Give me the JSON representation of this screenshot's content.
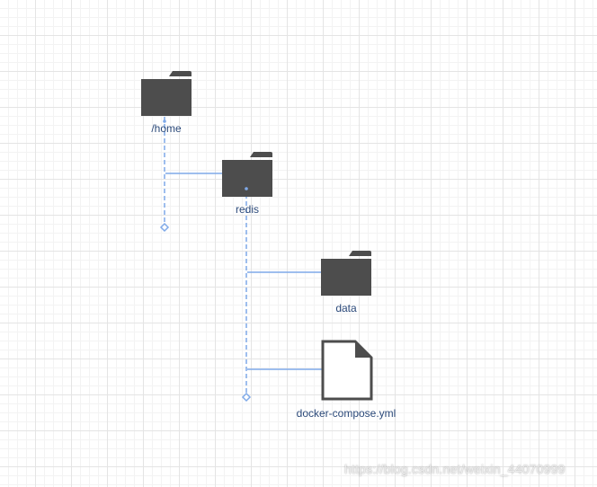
{
  "colors": {
    "icon": "#4d4d4d",
    "connector": "#7fa9e8",
    "label": "#2c4a7a"
  },
  "tree": {
    "home": {
      "label": "/home",
      "icon": "folder-icon"
    },
    "redis": {
      "label": "redis",
      "icon": "folder-icon"
    },
    "data": {
      "label": "data",
      "icon": "folder-icon"
    },
    "compose": {
      "label": "docker-compose.yml",
      "icon": "file-icon"
    }
  },
  "watermark": "https://blog.csdn.net/weixin_44070999"
}
